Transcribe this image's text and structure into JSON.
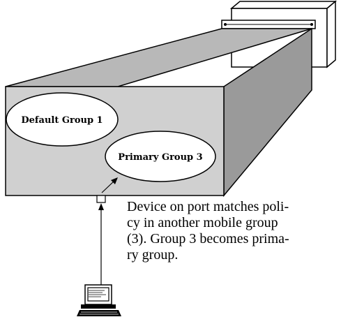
{
  "groups": {
    "default_label": "Default Group 1",
    "primary_label": "Primary Group 3"
  },
  "caption": {
    "lines": [
      "Device on port matches poli-",
      "cy in another mobile group",
      "(3). Group 3 becomes prima-",
      "ry group."
    ]
  },
  "icons": {
    "switch_box": "switch-chassis-icon",
    "port": "port-icon",
    "computer": "computer-workstation-icon"
  },
  "colors": {
    "box_front": "#d0d0d0",
    "box_top": "#b8b8b8",
    "box_side": "#9a9a9a",
    "line": "#000000",
    "ellipse_fill": "#ffffff"
  }
}
